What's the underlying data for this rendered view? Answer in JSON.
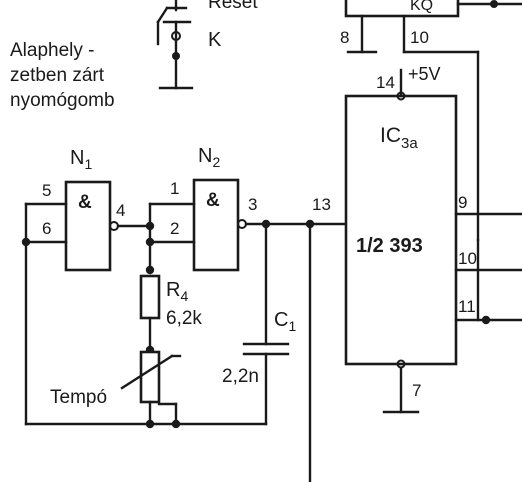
{
  "reset_button": {
    "label": "Reset",
    "key": "K"
  },
  "caption": {
    "line1": "Alaphely -",
    "line2": "zetben zárt",
    "line3": "nyomógomb"
  },
  "gates": {
    "n1": {
      "name": "N",
      "sub": "1",
      "symbol": "&",
      "pin_a": "5",
      "pin_b": "6",
      "pin_out": "4"
    },
    "n2": {
      "name": "N",
      "sub": "2",
      "symbol": "&",
      "pin_a": "1",
      "pin_b": "2",
      "pin_out": "3"
    }
  },
  "resistor": {
    "name": "R",
    "sub": "4",
    "value": "6,2k"
  },
  "capacitor": {
    "name": "C",
    "sub": "1",
    "value": "2,2n"
  },
  "pot": {
    "label": "Tempó"
  },
  "ic": {
    "name": "IC",
    "sub": "3a",
    "part": "1/2 393",
    "pin_vcc": "14",
    "supply": "+5V",
    "pin_in": "13",
    "pin_gnd": "7",
    "pin_out1": "9",
    "pin_out2": "10",
    "pin_out3": "11"
  },
  "top_ic": {
    "pin_left": "8",
    "pin_right": "10",
    "label_fragment": "KQ"
  }
}
